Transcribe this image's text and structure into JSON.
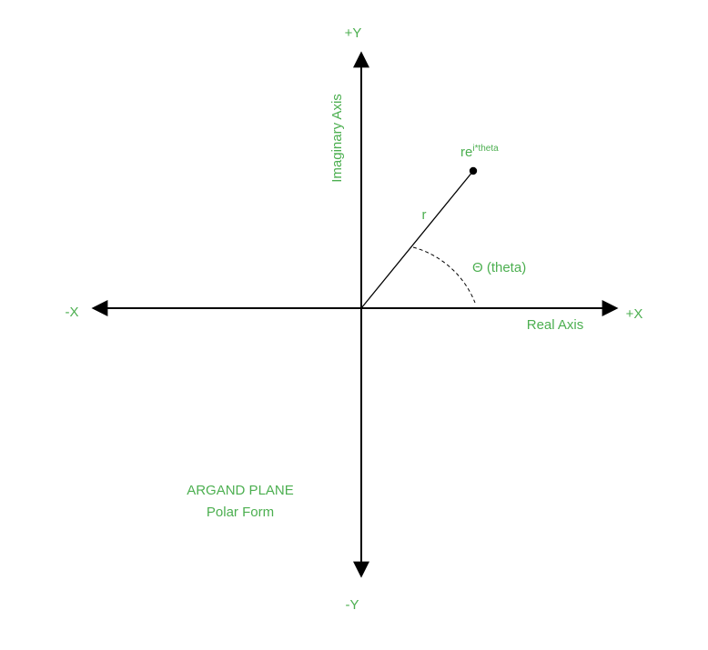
{
  "diagram": {
    "axes": {
      "pos_y": "+Y",
      "neg_y": "-Y",
      "pos_x": "+X",
      "neg_x": "-X",
      "real_axis": "Real Axis",
      "imaginary_axis": "Imaginary Axis"
    },
    "point": {
      "base": "re",
      "exponent": "i*theta"
    },
    "vector_label": "r",
    "angle_label": "Θ (theta)",
    "caption": {
      "title": "ARGAND PLANE",
      "subtitle": "Polar Form"
    },
    "colors": {
      "label_green": "#4caf50",
      "line": "#000000"
    }
  }
}
